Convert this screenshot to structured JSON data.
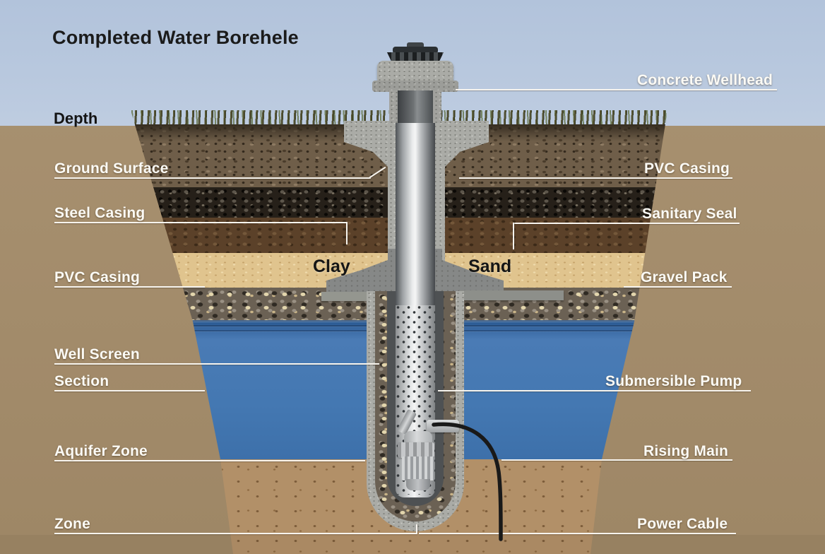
{
  "title": "Completed Water Borehele",
  "labels": {
    "depth": "Depth",
    "ground_surface": "Ground Surface",
    "steel_casing": "Steel Casing",
    "pvc_casing_left": "PVC Casing",
    "well_screen": "Well Screen",
    "section": "Section",
    "aquifer_zone": "Aquifer Zone",
    "zone": "Zone",
    "concrete_wellhead": "Concrete Wellhead",
    "pvc_casing_right": "PVC Casing",
    "sanitary_seal": "Sanitary Seal",
    "gravel_pack": "Gravel Pack",
    "submersible_pump": "Submersible Pump",
    "rising_main": "Rising Main",
    "power_cable": "Power Cable",
    "clay": "Clay",
    "sand": "Sand"
  },
  "colors": {
    "sky": "#b6c6dc",
    "margin_matte": "#a38b69",
    "water": "#4478b2",
    "sand_layer": "#e0c48e",
    "gravel_layer": "#6b6154",
    "topsoil": "#6f5e49",
    "leader_line": "#f7f4ee",
    "label_text": "#fbfaf5",
    "title_text": "#1b1b1b",
    "concrete": "#aaaba6",
    "cable": "#191919"
  }
}
